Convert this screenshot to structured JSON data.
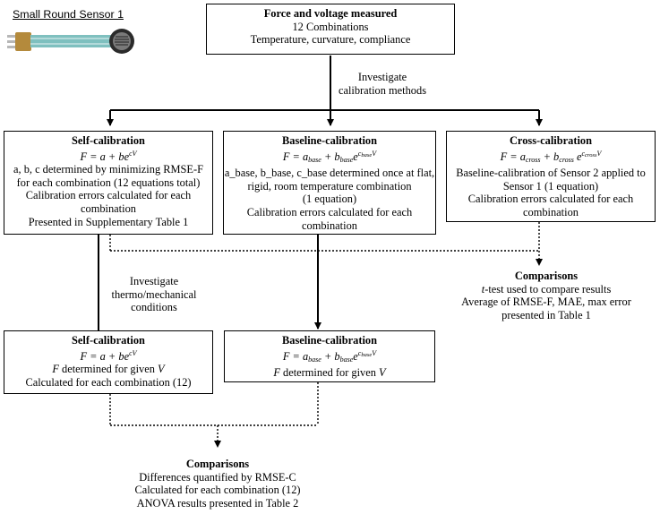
{
  "sensor": {
    "label": "Small Round Sensor 1"
  },
  "top": {
    "title": "Force and voltage measured",
    "line1": "12 Combinations",
    "line2": "Temperature, curvature, compliance"
  },
  "edge_label_1": {
    "line1": "Investigate",
    "line2": "calibration methods"
  },
  "self": {
    "title": "Self-calibration",
    "eq": "F = a + be^{cV}",
    "line1": "a, b, c determined by minimizing RMSE-F",
    "line2": "for each combination (12 equations total)",
    "line3": "Calibration errors calculated for each",
    "line4": "combination",
    "line5": "Presented in Supplementary Table 1"
  },
  "baseline": {
    "title": "Baseline-calibration",
    "eq": "F = a_base + b_base e^{c_base V}",
    "line1": "a_base, b_base, c_base determined once at flat,",
    "line2": "rigid, room temperature combination",
    "line3": "(1 equation)",
    "line4": "Calibration errors calculated for each",
    "line5": "combination"
  },
  "cross": {
    "title": "Cross-calibration",
    "eq": "F = a_cross + b_cross e^{c_cross V}",
    "line1": "Baseline-calibration of Sensor 2 applied to",
    "line2": "Sensor 1 (1 equation)",
    "line3": "Calibration errors calculated for each",
    "line4": "combination"
  },
  "comparisons1": {
    "title": "Comparisons",
    "line1_rest": "-test used to compare results",
    "line1_t": "t",
    "line2": "Average of RMSE-F, MAE, max error",
    "line3": "presented in Table 1"
  },
  "edge_label_2": {
    "line1": "Investigate",
    "line2": "thermo/mechanical",
    "line3": "conditions"
  },
  "self2": {
    "title": "Self-calibration",
    "eq": "F = a + be^{cV}",
    "line1_rest": " determined for given ",
    "line2": "Calculated for each combination (12)"
  },
  "baseline2": {
    "title": "Baseline-calibration",
    "eq": "F = a_base + b_base e^{c_base V}",
    "line1_rest": " determined for given "
  },
  "comparisons2": {
    "title": "Comparisons",
    "line1": "Differences quantified by RMSE-C",
    "line2": "Calculated for each combination (12)",
    "line3": "ANOVA results presented in Table 2"
  },
  "symbols": {
    "F": "F",
    "V": "V",
    "a": "a",
    "b": "b",
    "c": "c",
    "base": "base"
  }
}
